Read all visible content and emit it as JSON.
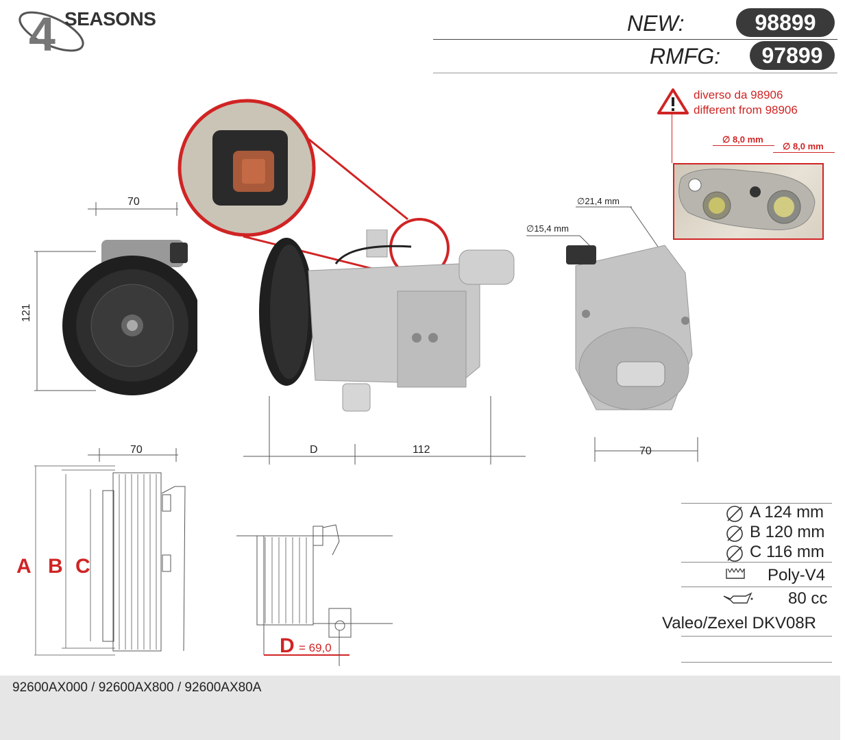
{
  "brand": {
    "name": "SEASONS",
    "numeral": "4"
  },
  "header": {
    "new_label": "NEW:",
    "new_code": "98899",
    "rmfg_label": "RMFG:",
    "rmfg_code": "97899"
  },
  "warning": {
    "line1": "diverso da 98906",
    "line2": "different from 98906"
  },
  "port_dims": {
    "left_hole": "8,0 mm",
    "right_hole": "8,0 mm",
    "large_port": "21,4 mm",
    "small_port": "15,4 mm"
  },
  "dimensions": {
    "front_width": "70",
    "front_height": "121",
    "side_d": "D",
    "side_length": "112",
    "rear_width": "70",
    "drawing_width": "70",
    "d_label": "D",
    "d_value": "= 69,0"
  },
  "pulley_letters": [
    "A",
    "B",
    "C"
  ],
  "specs": {
    "a": "A 124 mm",
    "b": "B 120 mm",
    "c": "C 116 mm",
    "belt": "Poly-V4",
    "oil": "80 cc",
    "model": "Valeo/Zexel DKV08R"
  },
  "footer": {
    "oem_numbers": "92600AX000 / 92600AX800 / 92600AX80A"
  },
  "colors": {
    "accent_red": "#d02424",
    "pill_bg": "#3a3a3a",
    "footer_bg": "#e6e6e6"
  }
}
